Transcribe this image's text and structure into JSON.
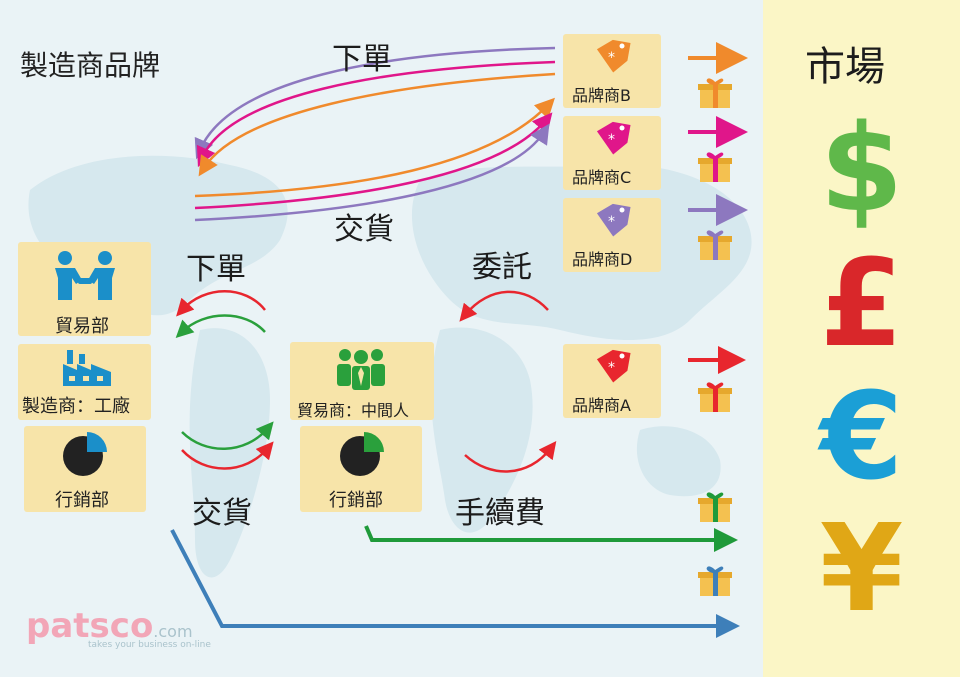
{
  "title": "製造商品牌",
  "market": {
    "label": "市場",
    "currencies": [
      {
        "symbol": "$",
        "color": "#5fb84a"
      },
      {
        "symbol": "£",
        "color": "#d9272a"
      },
      {
        "symbol": "€",
        "color": "#1b9fd6"
      },
      {
        "symbol": "¥",
        "color": "#e0a716"
      }
    ]
  },
  "top_flow": {
    "order_label": "下單",
    "deliver_label": "交貨"
  },
  "left_flow": {
    "order_label": "下單",
    "deliver_label": "交貨"
  },
  "middle_flow": {
    "commission_label": "委託",
    "fee_label": "手續費"
  },
  "manufacturer": {
    "trade_dept": "貿易部",
    "factory": "製造商：工廠",
    "marketing_dept": "行銷部"
  },
  "middleman": {
    "trader": "貿易商：中間人",
    "marketing_dept": "行銷部"
  },
  "brands": [
    {
      "label": "品牌商B",
      "color": "#f08a2c"
    },
    {
      "label": "品牌商C",
      "color": "#e0168a"
    },
    {
      "label": "品牌商D",
      "color": "#8d78bf"
    },
    {
      "label": "品牌商A",
      "color": "#e8262e"
    }
  ],
  "arrow_colors": {
    "order": "#e8262e",
    "deliver": "#2aa03c",
    "fee": "#1f9a3a",
    "direct": "#3e7fb9",
    "purple": "#8d78bf",
    "pink": "#e0168a",
    "orange": "#f08a2c"
  },
  "logo": {
    "name_part1": "pat",
    "name_part2": "sco",
    "suffix": ".com",
    "tagline": "takes your business on-line"
  }
}
